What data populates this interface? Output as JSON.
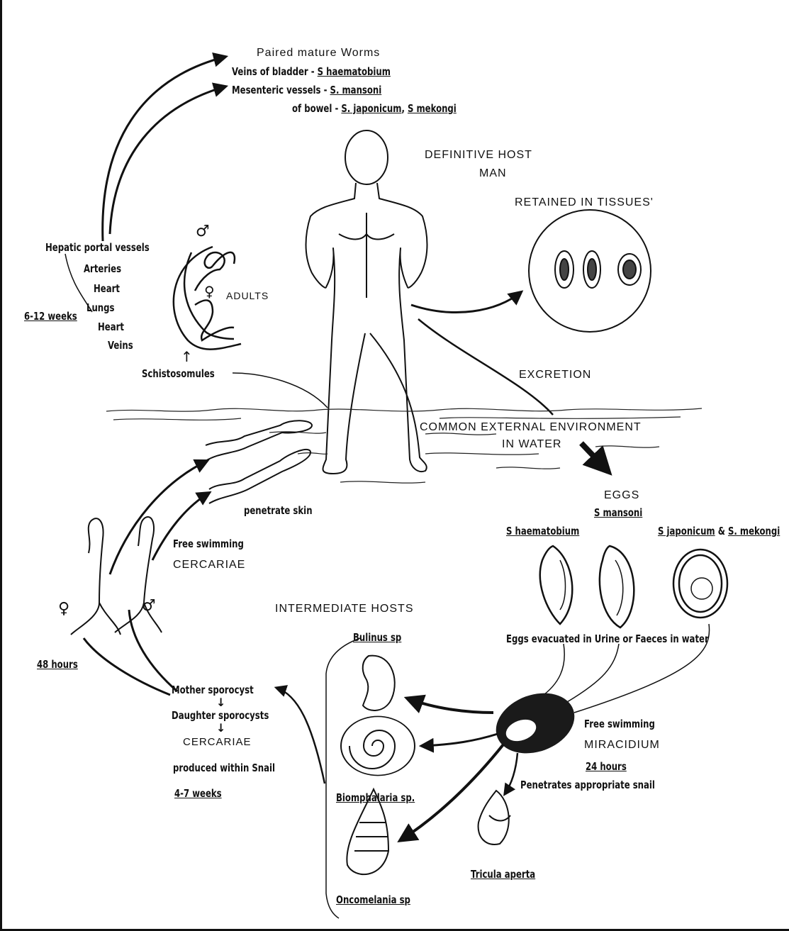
{
  "worms": {
    "title": "Paired mature Worms",
    "bladder_prefix": "Veins of bladder - ",
    "bladder_species": "S haematobium",
    "mesenteric_prefix": "Mesenteric vessels - ",
    "mesenteric_species": "S. mansoni",
    "bowel_prefix": "of bowel - ",
    "bowel_species1": "S. japonicum",
    "bowel_sep": ", ",
    "bowel_species2": "S mekongi"
  },
  "host": {
    "line1": "DEFINITIVE HOST",
    "line2": "MAN",
    "retained": "RETAINED IN TISSUES'",
    "excretion": "EXCRETION"
  },
  "migration": {
    "hepatic": "Hepatic portal vessels",
    "arteries": "Arteries",
    "heart1": "Heart",
    "lungs": "Lungs",
    "heart2": "Heart",
    "veins": "Veins",
    "duration": "6-12 weeks"
  },
  "adults": {
    "male_symbol": "♂",
    "female_symbol": "♀",
    "label": "ADULTS",
    "arrow": "↑",
    "schistosomules": "Schistosomules"
  },
  "environment": {
    "line1": "COMMON EXTERNAL ENVIRONMENT",
    "line2": "IN WATER"
  },
  "cercariae": {
    "penetrate": "penetrate skin",
    "free": "Free swimming",
    "label": "CERCARIAE",
    "female_symbol": "♀",
    "male_symbol": "♂",
    "duration": "48 hours"
  },
  "eggs": {
    "title": "EGGS",
    "mansoni": "S mansoni",
    "haematobium": "S haematobium",
    "japonicum": "S japonicum",
    "amp": " & ",
    "mekongi": "S. mekongi",
    "evacuated": "Eggs evacuated in Urine or Faeces in water"
  },
  "intermediate": {
    "title": "INTERMEDIATE HOSTS",
    "bulinus": "Bulinus sp",
    "biomphalaria": "Biomphalaria sp.",
    "oncomelania": "Oncomelania sp",
    "tricula": "Tricula aperta"
  },
  "snail_stage": {
    "mother": "Mother sporocyst",
    "arrow1": "↓",
    "daughter": "Daughter sporocysts",
    "arrow2": "↓",
    "cercariae": "CERCARIAE",
    "produced": "produced within Snail",
    "duration": "4-7 weeks"
  },
  "miracidium": {
    "free": "Free swimming",
    "label": "MIRACIDIUM",
    "duration": "24 hours",
    "penetrates": "Penetrates appropriate snail"
  }
}
